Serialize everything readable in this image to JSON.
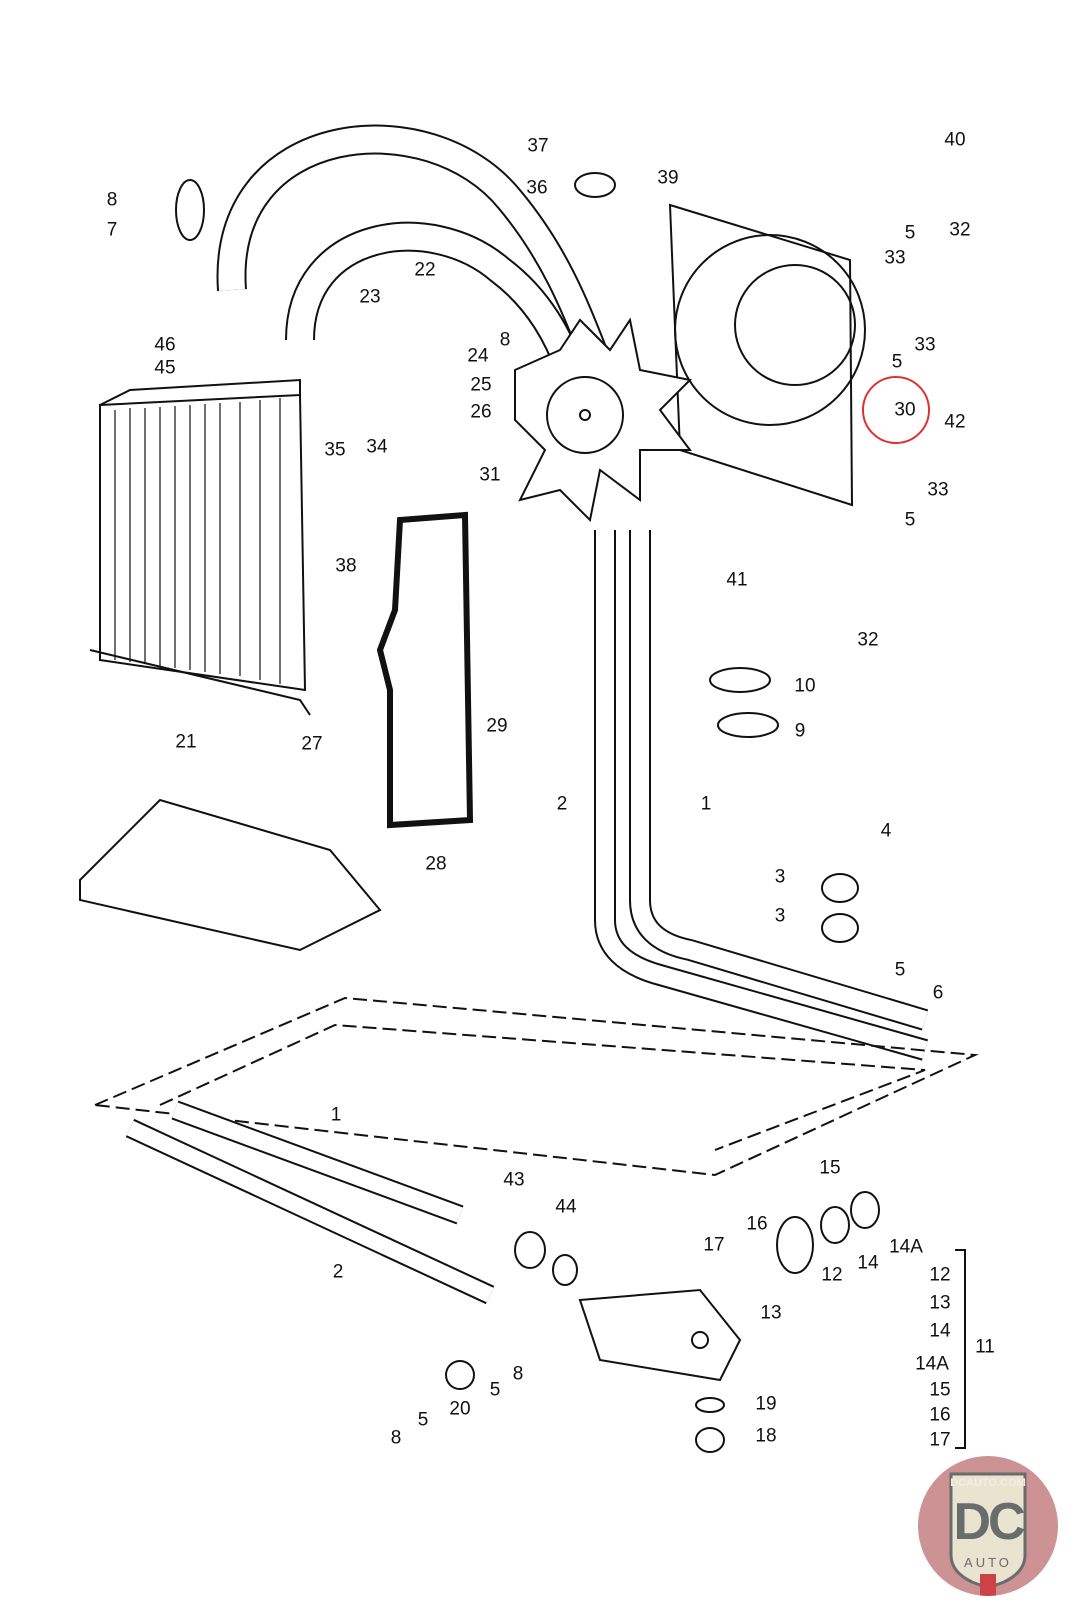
{
  "diagram": {
    "labels": [
      "37",
      "40",
      "8",
      "36",
      "39",
      "7",
      "5",
      "32",
      "33",
      "22",
      "23",
      "46",
      "8",
      "33",
      "24",
      "5",
      "45",
      "25",
      "42",
      "30",
      "26",
      "35",
      "34",
      "33",
      "31",
      "5",
      "41",
      "38",
      "32",
      "10",
      "21",
      "29",
      "27",
      "9",
      "2",
      "1",
      "4",
      "28",
      "3",
      "3",
      "5",
      "6",
      "1",
      "15",
      "43",
      "44",
      "16",
      "17",
      "12",
      "14",
      "14A",
      "2",
      "12",
      "13",
      "13",
      "14",
      "11",
      "14A",
      "8",
      "5",
      "15",
      "19",
      "20",
      "5",
      "8",
      "16",
      "18",
      "17"
    ],
    "highlighted_label": "30",
    "highlight_color": "#d9332f"
  },
  "logo": {
    "site": "DCAUTO.COM",
    "mark": "DC",
    "sub": "AUTO",
    "colors": {
      "shield": "#e8e2cc",
      "letters": "#5e6163",
      "accent": "#c8343a"
    }
  }
}
